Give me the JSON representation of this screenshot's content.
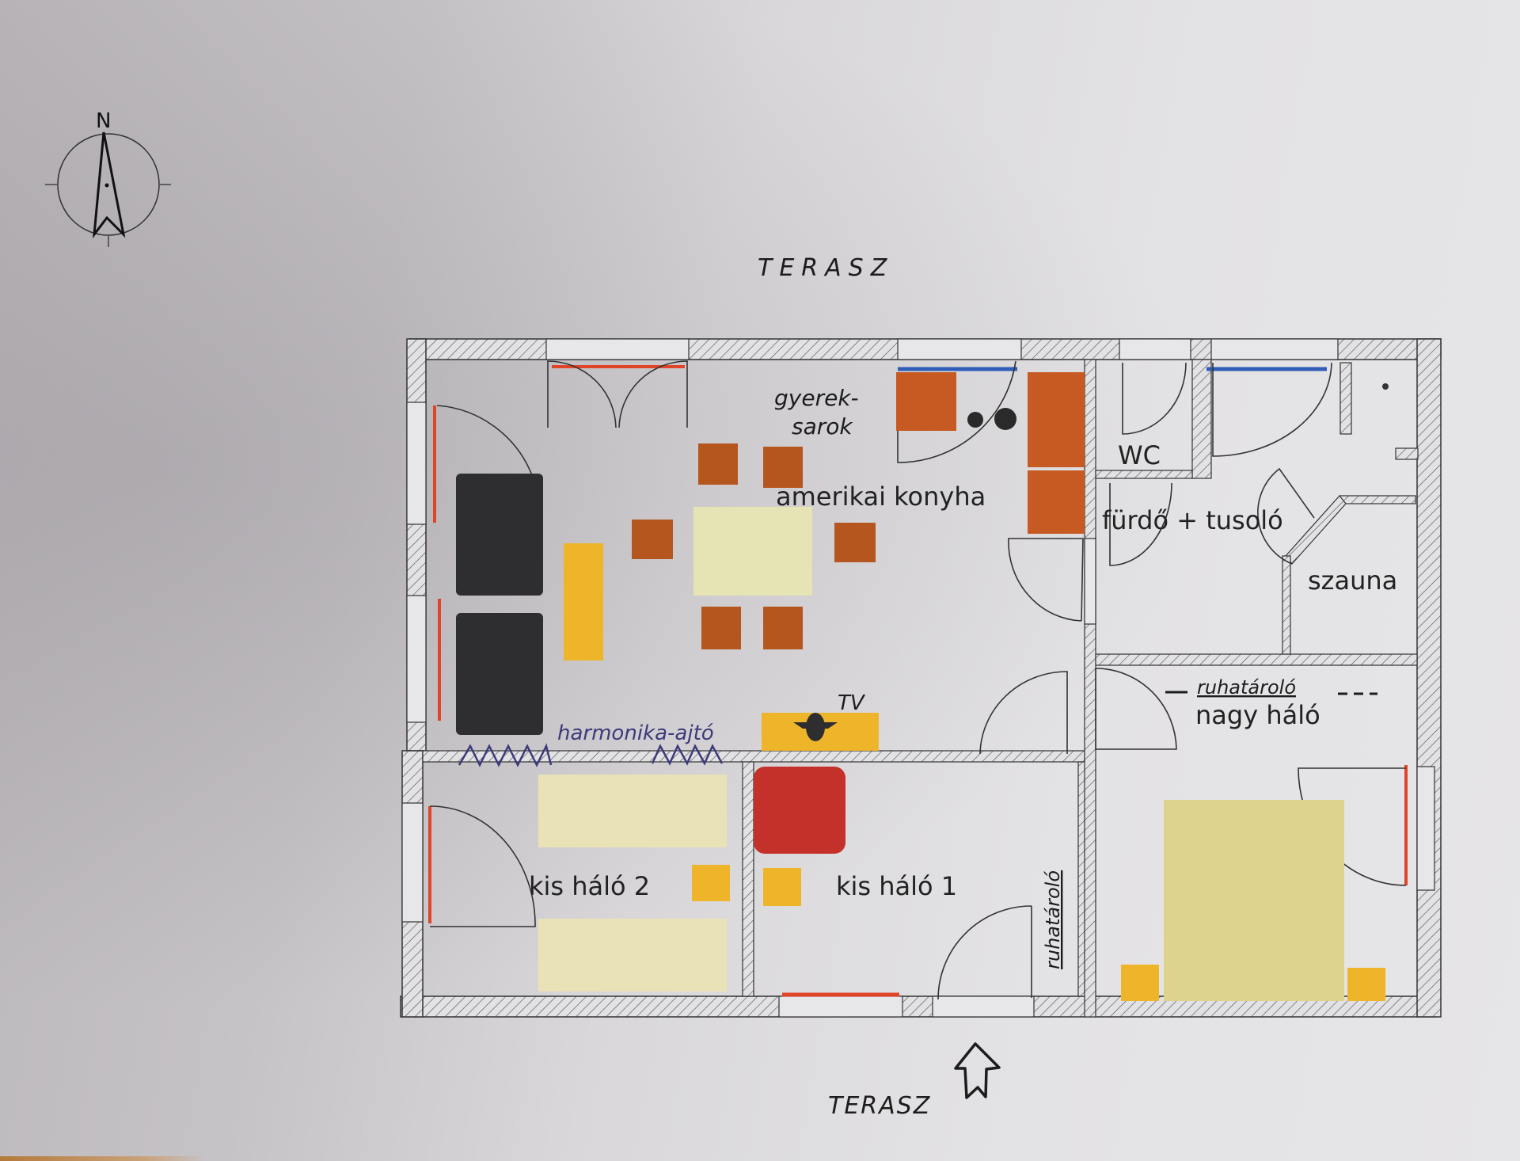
{
  "compass": {
    "label": "N"
  },
  "terrace_top": "TERASZ",
  "terrace_bottom": "TERASZ",
  "rooms": {
    "living_kitchen": "amerikai konyha",
    "kids_corner": [
      "gyerek-",
      "sarok"
    ],
    "wc": "WC",
    "bathroom": "fürdő + tusoló",
    "sauna": "szauna",
    "master_bedroom": "nagy háló",
    "small_bedroom_1": "kis háló 1",
    "small_bedroom_2": "kis háló 2"
  },
  "annotations": {
    "tv": "TV",
    "folding_door": "harmonika-ajtó",
    "wardrobe_master": "ruhatároló",
    "wardrobe_small": "ruhatároló"
  },
  "colors": {
    "paper": "#e4e3e6",
    "wall_line": "#3a3a3a",
    "sofa": "#2e2e30",
    "chair": "#b5561f",
    "kitchen_unit": "#c75a22",
    "table": "#e6e3b4",
    "yellow_furniture": "#efb52a",
    "bed_master": "#ddd38e",
    "bed_small": "#e9e2b6",
    "armchair": "#c3312a",
    "window_red": "#e0452a",
    "window_blue": "#2f5db8",
    "handwriting_blue": "#3b3a7a"
  }
}
